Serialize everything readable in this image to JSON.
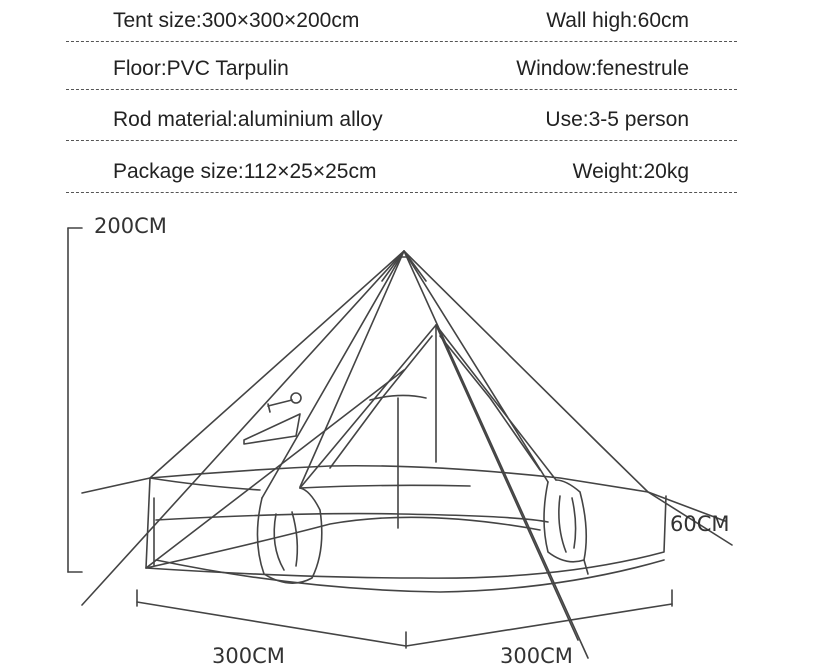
{
  "specs": [
    {
      "left": "Tent size:300×300×200cm",
      "right": "Wall high:60cm"
    },
    {
      "left": "Floor:PVC Tarpulin",
      "right": "Window:fenestrule"
    },
    {
      "left": "Rod material:aluminium alloy",
      "right": "Use:3-5 person"
    },
    {
      "left": "Package size:112×25×25cm",
      "right": "Weight:20kg"
    }
  ],
  "dimensions": {
    "height": "200CM",
    "wall": "60CM",
    "width": "300CM",
    "depth": "300CM"
  }
}
